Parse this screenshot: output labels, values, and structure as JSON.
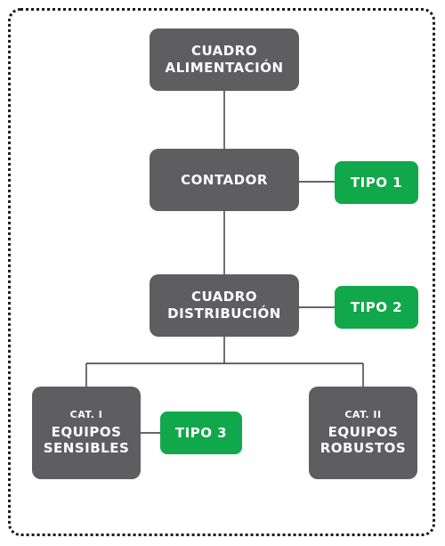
{
  "diagram": {
    "nodes": {
      "alimentacion": {
        "lines": [
          "CUADRO",
          "ALIMENTACIÓN"
        ]
      },
      "contador": {
        "lines": [
          "CONTADOR"
        ]
      },
      "distribucion": {
        "lines": [
          "CUADRO",
          "DISTRIBUCIÓN"
        ]
      },
      "sensibles": {
        "category": "CAT. I",
        "lines": [
          "EQUIPOS",
          "SENSIBLES"
        ]
      },
      "robustos": {
        "category": "CAT. II",
        "lines": [
          "EQUIPOS",
          "ROBUSTOS"
        ]
      }
    },
    "tags": {
      "tipo1": "TIPO 1",
      "tipo2": "TIPO 2",
      "tipo3": "TIPO 3"
    },
    "edges": [
      [
        "CUADRO ALIMENTACIÓN",
        "CONTADOR"
      ],
      [
        "CONTADOR",
        "CUADRO DISTRIBUCIÓN"
      ],
      [
        "CUADRO DISTRIBUCIÓN",
        "EQUIPOS SENSIBLES"
      ],
      [
        "CUADRO DISTRIBUCIÓN",
        "EQUIPOS ROBUSTOS"
      ],
      [
        "CONTADOR",
        "TIPO 1"
      ],
      [
        "CUADRO DISTRIBUCIÓN",
        "TIPO 2"
      ],
      [
        "EQUIPOS SENSIBLES",
        "TIPO 3"
      ]
    ],
    "colors": {
      "node": "#5e5e60",
      "tag": "#10a84a",
      "line": "#333333",
      "text": "#ffffff"
    }
  }
}
